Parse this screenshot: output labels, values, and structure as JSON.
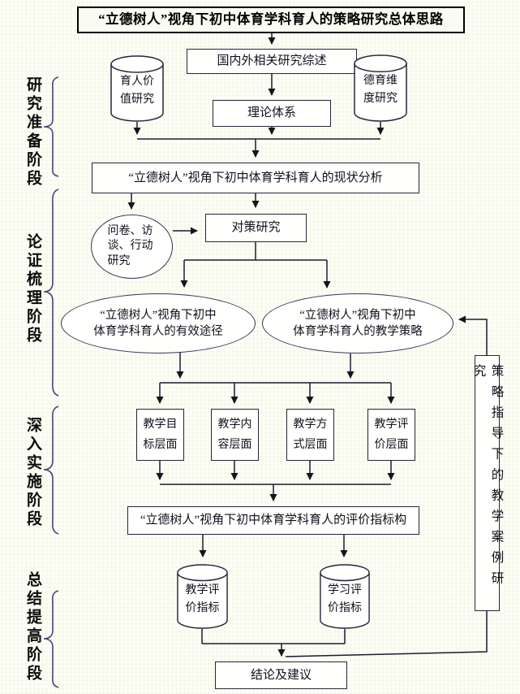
{
  "title": "“立德树人”视角下初中体育学科育人的策略研究总体思路",
  "stages": [
    {
      "label": "研究准备阶段"
    },
    {
      "label": "论证梳理阶段"
    },
    {
      "label": "深入实施阶段"
    },
    {
      "label": "总结提高阶段"
    }
  ],
  "nodes": {
    "review": "国内外相关研究综述",
    "theory": "理论体系",
    "cyl_value": "育人价值研究",
    "cyl_moral": "德育维度研究",
    "status": "“立德树人”视角下初中体育学科育人的现状分析",
    "methods": "问卷、访谈、行动研究",
    "countermeasure": "对策研究",
    "ellipse_paths": {
      "l1": "“立德树人”视角下初中",
      "l2": "体育学科育人的有效途径"
    },
    "ellipse_strategy": {
      "l1": "“立德树人”视角下初中",
      "l2": "体育学科育人的教学策略"
    },
    "dim_goal": "教学目标层面",
    "dim_content": "教学内容层面",
    "dim_method": "教学方式层面",
    "dim_eval": "教学评价层面",
    "evaluation": "“立德树人”视角下初中体育学科育人的评价指标构",
    "cyl_teach_eval": "教学评价指标",
    "cyl_learn_eval": "学习评价指标",
    "case_study": "策略指导下的教学案例研究",
    "conclusion": "结论及建议"
  },
  "colors": {
    "line": "#1b1b2f",
    "border": "#26263a",
    "brace": "#44447a",
    "background": "#fcfdf4"
  }
}
